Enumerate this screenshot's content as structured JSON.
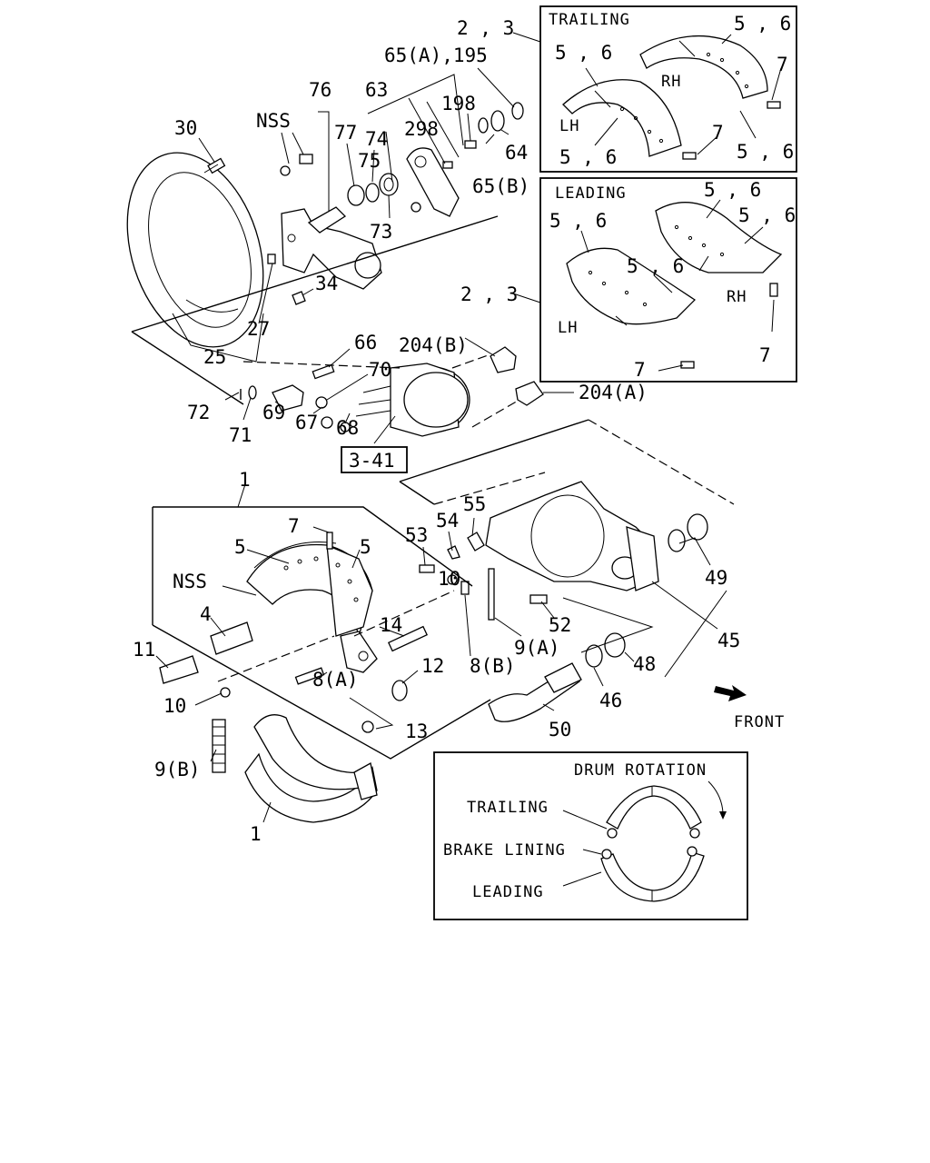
{
  "diagram": {
    "part_numbers": {
      "p2_3_top": "2 , 3",
      "p65a_195": "65(A),195",
      "p76": "76",
      "p63": "63",
      "p198": "198",
      "p298": "298",
      "pNSS_top": "NSS",
      "p77": "77",
      "p74": "74",
      "p75": "75",
      "p64": "64",
      "p65b": "65(B)",
      "p30": "30",
      "p73": "73",
      "p34": "34",
      "p27": "27",
      "p25": "25",
      "p66": "66",
      "p70": "70",
      "p204b": "204(B)",
      "p2_3_mid": "2 , 3",
      "p204a": "204(A)",
      "p72": "72",
      "p69": "69",
      "p67": "67",
      "p68": "68",
      "p71": "71",
      "p3_41": "3-41",
      "p1_top": "1",
      "p7_left": "7",
      "p5_a": "5",
      "p5_b": "5",
      "pNSS_left": "NSS",
      "p4": "4",
      "p11": "11",
      "p14": "14",
      "p12": "12",
      "p10_a": "10",
      "p8a": "8(A)",
      "p13": "13",
      "p9b": "9(B)",
      "p1_bottom": "1",
      "p55": "55",
      "p53": "53",
      "p54": "54",
      "p10_b": "10",
      "p8b": "8(B)",
      "p9a": "9(A)",
      "p52": "52",
      "p49": "49",
      "p45": "45",
      "p48": "48",
      "p46": "46",
      "p50": "50"
    },
    "trailing_box": {
      "title": "TRAILING",
      "l56_tr": "5 , 6",
      "l56_tl": "5 , 6",
      "l7_r": "7",
      "rh": "RH",
      "lh": "LH",
      "l7_b": "7",
      "l56_bl": "5 , 6",
      "l56_br": "5 , 6"
    },
    "leading_box": {
      "title": "LEADING",
      "l56_t": "5 , 6",
      "l56_l": "5 , 6",
      "l56_r": "5 , 6",
      "l56_m": "5 , 6",
      "rh": "RH",
      "lh": "LH",
      "l7_b": "7",
      "l7_r": "7"
    },
    "front_label": "FRONT",
    "rotation_inset": {
      "drum_rotation": "DRUM ROTATION",
      "trailing": "TRAILING",
      "brake_lining": "BRAKE LINING",
      "leading": "LEADING"
    }
  }
}
